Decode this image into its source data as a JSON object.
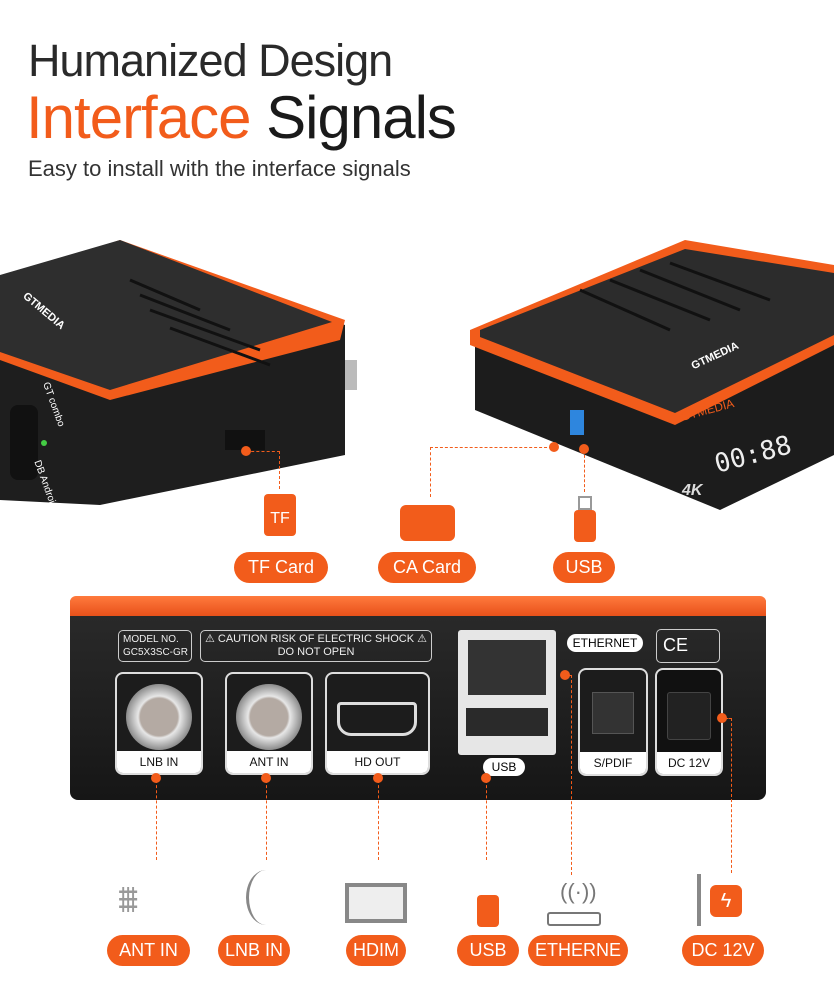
{
  "heading": {
    "line1": "Humanized Design",
    "line2_accent": "Interface",
    "line2_rest": "Signals",
    "subtitle": "Easy to install with the interface signals"
  },
  "devices": {
    "brand": "GTMEDIA",
    "front_left_top": "GT combo",
    "front_left_bottom": "DB Android",
    "display": "00:88",
    "resolution": "4K"
  },
  "top_callouts": [
    {
      "label": "TF Card",
      "icon": "sd-card-icon",
      "icon_text": "TF"
    },
    {
      "label": "CA Card",
      "icon": "ca-card-icon"
    },
    {
      "label": "USB",
      "icon": "usb-stick-icon"
    }
  ],
  "rear_panel": {
    "model_label": "MODEL NO.",
    "model": "GC5X3SC-GR",
    "caution": "CAUTION RISK OF ELECTRIC SHOCK",
    "caution2": "DO NOT OPEN",
    "ports": [
      "LNB IN",
      "ANT IN",
      "HD OUT",
      "USB",
      "ETHERNET",
      "S/PDIF",
      "DC 12V"
    ],
    "ce": "CE"
  },
  "bottom_callouts": [
    {
      "label": "ANT IN",
      "icon": "antenna-icon"
    },
    {
      "label": "LNB IN",
      "icon": "satellite-dish-icon"
    },
    {
      "label": "HDIM",
      "icon": "tv-icon"
    },
    {
      "label": "USB",
      "icon": "usb-stick-icon"
    },
    {
      "label": "ETHERNE",
      "icon": "router-icon"
    },
    {
      "label": "DC 12V",
      "icon": "power-plug-icon"
    }
  ],
  "colors": {
    "accent": "#f25c1b",
    "device": "#222222"
  }
}
